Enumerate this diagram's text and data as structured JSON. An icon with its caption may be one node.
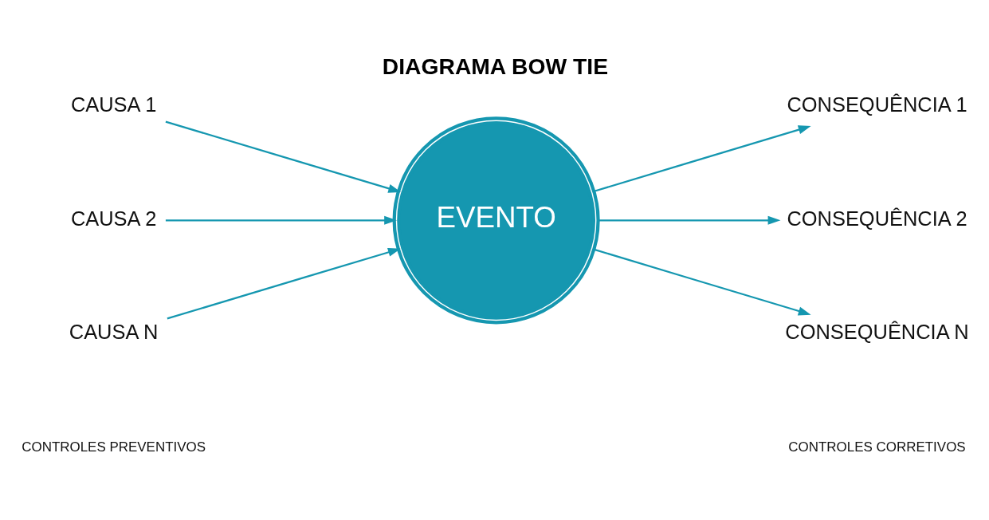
{
  "diagram": {
    "title": "DIAGRAMA BOW TIE",
    "nodes": [
      {
        "text": [
          "CAUSA 1"
        ]
      },
      {
        "text": [
          "CAUSA 2"
        ]
      },
      {
        "text": [
          "CAUSA N"
        ]
      },
      {
        "text": [
          "EVENTO"
        ]
      },
      {
        "text": [
          "CONSEQUÊNCIA 1"
        ]
      },
      {
        "text": [
          "CONSEQUÊNCIA 2"
        ]
      },
      {
        "text": [
          "CONSEQUÊNCIA N"
        ]
      }
    ],
    "edges": [
      {
        "from": 0,
        "to": 3,
        "arrow": "to"
      },
      {
        "from": 1,
        "to": 3,
        "arrow": "to"
      },
      {
        "from": 2,
        "to": 3,
        "arrow": "to"
      },
      {
        "from": 3,
        "to": 4,
        "arrow": "to"
      },
      {
        "from": 3,
        "to": 5,
        "arrow": "to"
      },
      {
        "from": 3,
        "to": 6,
        "arrow": "to"
      }
    ],
    "labels": [
      "CONTROLES PREVENTIVOS",
      "CONTROLES CORRETIVOS"
    ]
  }
}
